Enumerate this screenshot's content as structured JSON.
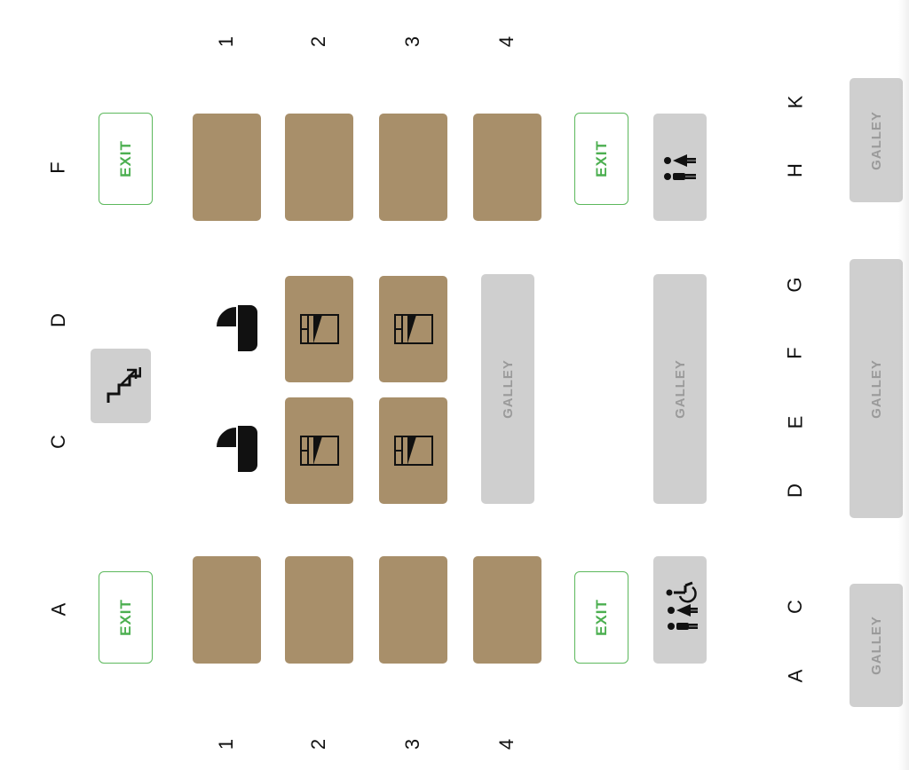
{
  "row_numbers": [
    "1",
    "2",
    "3",
    "4"
  ],
  "main_cabin_columns": [
    "F",
    "D",
    "C",
    "A"
  ],
  "galley_row_columns": [
    "K",
    "H",
    "G",
    "F",
    "E",
    "D",
    "C",
    "A"
  ],
  "exit_label": "EXIT",
  "galley_label": "GALLEY",
  "colors": {
    "seat": "#a88f6a",
    "exit_border": "#5cb85c",
    "exit_text": "#4caf50",
    "facility": "#cfcfcf",
    "galley_text": "#9a9a9a"
  },
  "icons": [
    "stairs-icon",
    "bassinet-icon",
    "bed-seat-icon",
    "lavatory-icon",
    "accessible-lavatory-icon"
  ]
}
